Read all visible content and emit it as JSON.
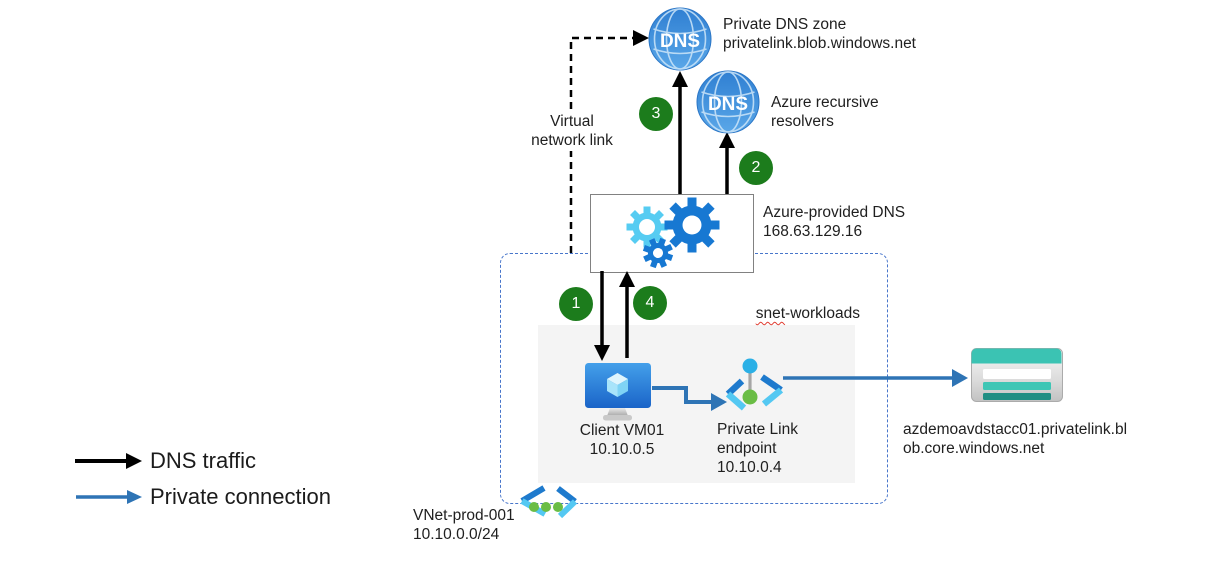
{
  "legend": {
    "items": [
      {
        "label": "DNS traffic",
        "color": "#000000"
      },
      {
        "label": "Private connection",
        "color": "#2E74B5"
      }
    ]
  },
  "steps": {
    "badge1": "1",
    "badge2": "2",
    "badge3": "3",
    "badge4": "4"
  },
  "nodes": {
    "private_dns_zone": {
      "icon": "dns-globe",
      "globe_text": "DNS",
      "line1": "Private DNS zone",
      "line2": "privatelink.blob.windows.net"
    },
    "recursive_resolvers": {
      "icon": "dns-globe",
      "globe_text": "DNS",
      "line1": "Azure recursive",
      "line2": "resolvers"
    },
    "virtual_network_link": {
      "line1": "Virtual",
      "line2": "network link"
    },
    "azure_provided_dns": {
      "icon": "gears",
      "line1": "Azure-provided DNS",
      "line2": "168.63.129.16"
    },
    "subnet": {
      "label_part1": "snet",
      "label_part2": "-workloads"
    },
    "client_vm": {
      "icon": "virtual-machine",
      "line1": "Client VM01",
      "line2": "10.10.0.5"
    },
    "private_link_endpoint": {
      "icon": "private-link-endpoint",
      "line1": "Private Link",
      "line2": "endpoint",
      "line3": "10.10.0.4"
    },
    "storage_account": {
      "icon": "storage-account",
      "line1": "azdemoavdstacc01.privatelink.bl",
      "line2": "ob.core.windows.net"
    },
    "vnet": {
      "icon": "virtual-network",
      "line1": "VNet-prod-001",
      "line2": "10.10.0.0/24"
    }
  },
  "colors": {
    "badge_green": "#1C7C1C",
    "arrow_black": "#000000",
    "arrow_blue": "#2E74B5",
    "vnet_border_blue": "#4876CB",
    "globe_blue": "#3D8CDC",
    "gear_blue": "#1778D2",
    "gear_cyan": "#56CCF2",
    "storage_teal": "#3BC3B3",
    "endpoint_green": "#6ABD45"
  }
}
